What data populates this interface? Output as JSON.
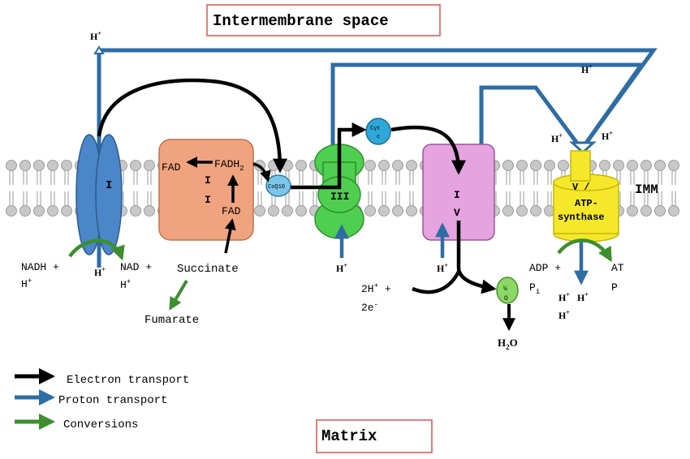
{
  "labels": {
    "intermembrane_space": "Intermembrane space",
    "matrix": "Matrix",
    "imm": "IMM",
    "complex_i": "I",
    "complex_ii_line1": "I",
    "complex_ii_line2": "I",
    "complex_iii": "III",
    "complex_iv_line1": "I",
    "complex_iv_line2": "V",
    "atp_synthase_top": "V /",
    "atp_synthase_line1": "ATP-",
    "atp_synthase_line2": "synthase",
    "coq10": "CoQ10",
    "cyt_line1": "Cyt",
    "cyt_line2": "c",
    "o2_line1": "½",
    "o2_line2": "O",
    "fad_left": "FAD",
    "fadh2_main": "FADH",
    "fadh2_sub": "2",
    "fad_bottom": "FAD",
    "nadh_line1": "NADH +",
    "nadh_line2": "H",
    "nad_line1": "NAD +",
    "nad_line2": "H",
    "succinate": "Succinate",
    "fumarate": "Fumarate",
    "two_h_line1": "2H",
    "two_h_line1_suffix": " +",
    "two_e": "2e",
    "adp_line1": "ADP +",
    "adp_line2": "P",
    "adp_line2_sub": "i",
    "atp_line1": "AT",
    "atp_line2": "P",
    "water_main": "H",
    "water_sub": "2",
    "water_end": "O",
    "h": "H",
    "plus": "+",
    "minus": "-"
  },
  "legend": {
    "items": [
      {
        "label": "Electron transport",
        "color": "#000000"
      },
      {
        "label": "Proton transport",
        "color": "#2e6da4"
      },
      {
        "label": "Conversions",
        "color": "#3e8e2f"
      }
    ]
  },
  "colors": {
    "electron": "#000000",
    "proton": "#2e6da4",
    "conversion": "#3e8e2f",
    "complex_i": "#4a86c8",
    "complex_ii": "#f0a37f",
    "complex_iii": "#4fcf4f",
    "complex_iv": "#e5a3e0",
    "atp_synthase": "#f5e82a",
    "coq10": "#7cc6ea",
    "cyt": "#2ea8d8",
    "o2": "#8ad865",
    "membrane_head": "#c8c8c8",
    "label_box_border": "#e05050"
  }
}
